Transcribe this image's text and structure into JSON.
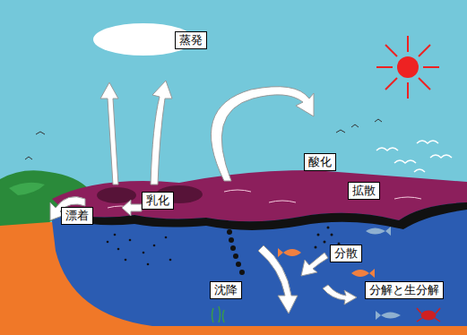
{
  "diagram": {
    "nodes": [
      {
        "text": [
          "蒸発"
        ]
      },
      {
        "text": [
          "酸化"
        ]
      },
      {
        "text": [
          "拡散"
        ]
      },
      {
        "text": [
          "乳化"
        ]
      },
      {
        "text": [
          "漂着"
        ]
      },
      {
        "text": [
          "分散"
        ]
      },
      {
        "text": [
          "沈降"
        ]
      },
      {
        "text": [
          "分解と生分解"
        ]
      }
    ]
  }
}
